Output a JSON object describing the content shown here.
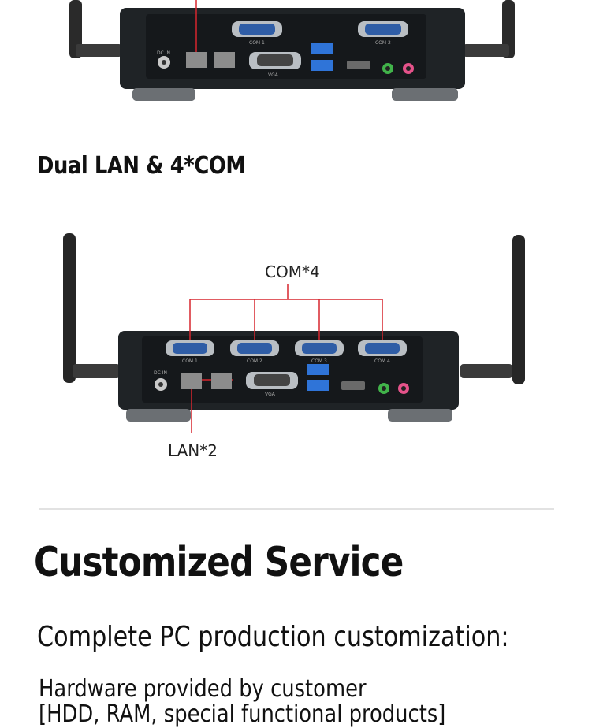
{
  "top_device": {
    "port_labels": {
      "com1": "COM 1",
      "com2": "COM 2",
      "vga": "VGA",
      "dcin": "DC IN"
    }
  },
  "feature": {
    "heading": "Dual LAN & 4*COM",
    "callout_com": "COM*4",
    "callout_lan": "LAN*2"
  },
  "bottom_device": {
    "port_labels": {
      "com1": "COM 1",
      "com2": "COM 2",
      "com3": "COM 3",
      "com4": "COM 4",
      "vga": "VGA",
      "dcin": "DC IN"
    }
  },
  "service": {
    "title": "Customized Service",
    "subtitle": "Complete PC production customization:",
    "line1": "Hardware provided by customer",
    "line2": "[HDD, RAM, special functional products]"
  },
  "colors": {
    "callout_line": "#d7262e",
    "usb_blue": "#2f74d8",
    "audio_green": "#41b34a",
    "audio_pink": "#e5528a"
  }
}
